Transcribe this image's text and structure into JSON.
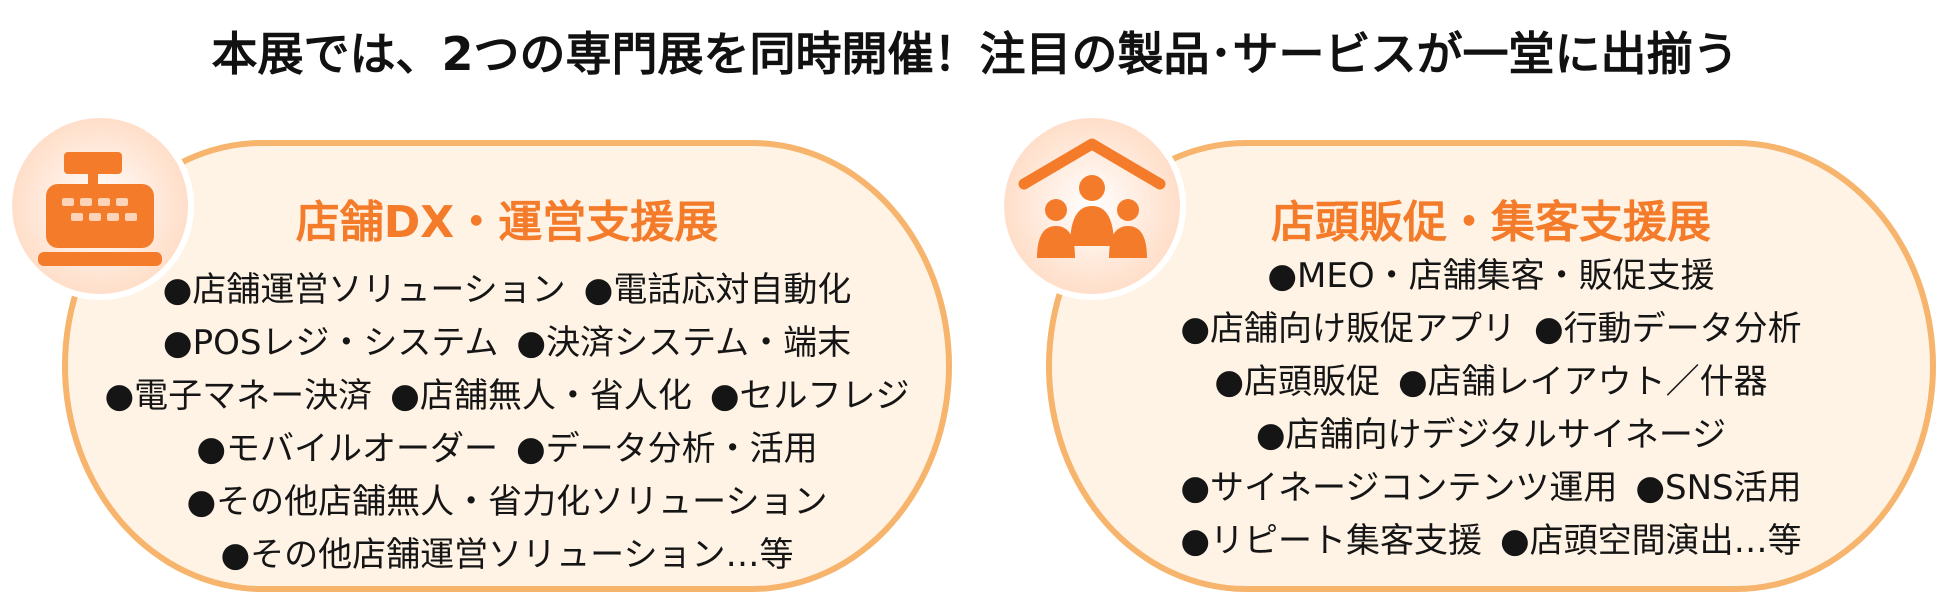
{
  "headline": "本展では、2つの専門展を同時開催！注目の製品･サービスが一堂に出揃う",
  "colors": {
    "accent": "#f47b2a",
    "panel_bg": "#fff3e6",
    "panel_border": "#f7b46d"
  },
  "left_panel": {
    "icon": "cash-register-icon",
    "title": "店舗DX・運営支援展",
    "lines": [
      [
        "●店舗運営ソリューション",
        "●電話応対自動化"
      ],
      [
        "●POSレジ・システム",
        "●決済システム・端末"
      ],
      [
        "●電子マネー決済",
        "●店舗無人・省人化",
        "●セルフレジ"
      ],
      [
        "●モバイルオーダー",
        "●データ分析・活用"
      ],
      [
        "●その他店舗無人・省力化ソリューション"
      ],
      [
        "●その他店舗運営ソリューション…等"
      ]
    ]
  },
  "right_panel": {
    "icon": "customers-under-roof-icon",
    "title": "店頭販促・集客支援展",
    "lines": [
      [
        "●MEO・店舗集客・販促支援"
      ],
      [
        "●店舗向け販促アプリ",
        "●行動データ分析"
      ],
      [
        "●店頭販促",
        "●店舗レイアウト／什器"
      ],
      [
        "●店舗向けデジタルサイネージ"
      ],
      [
        "●サイネージコンテンツ運用",
        "●SNS活用"
      ],
      [
        "●リピート集客支援",
        "●店頭空間演出…等"
      ]
    ]
  }
}
